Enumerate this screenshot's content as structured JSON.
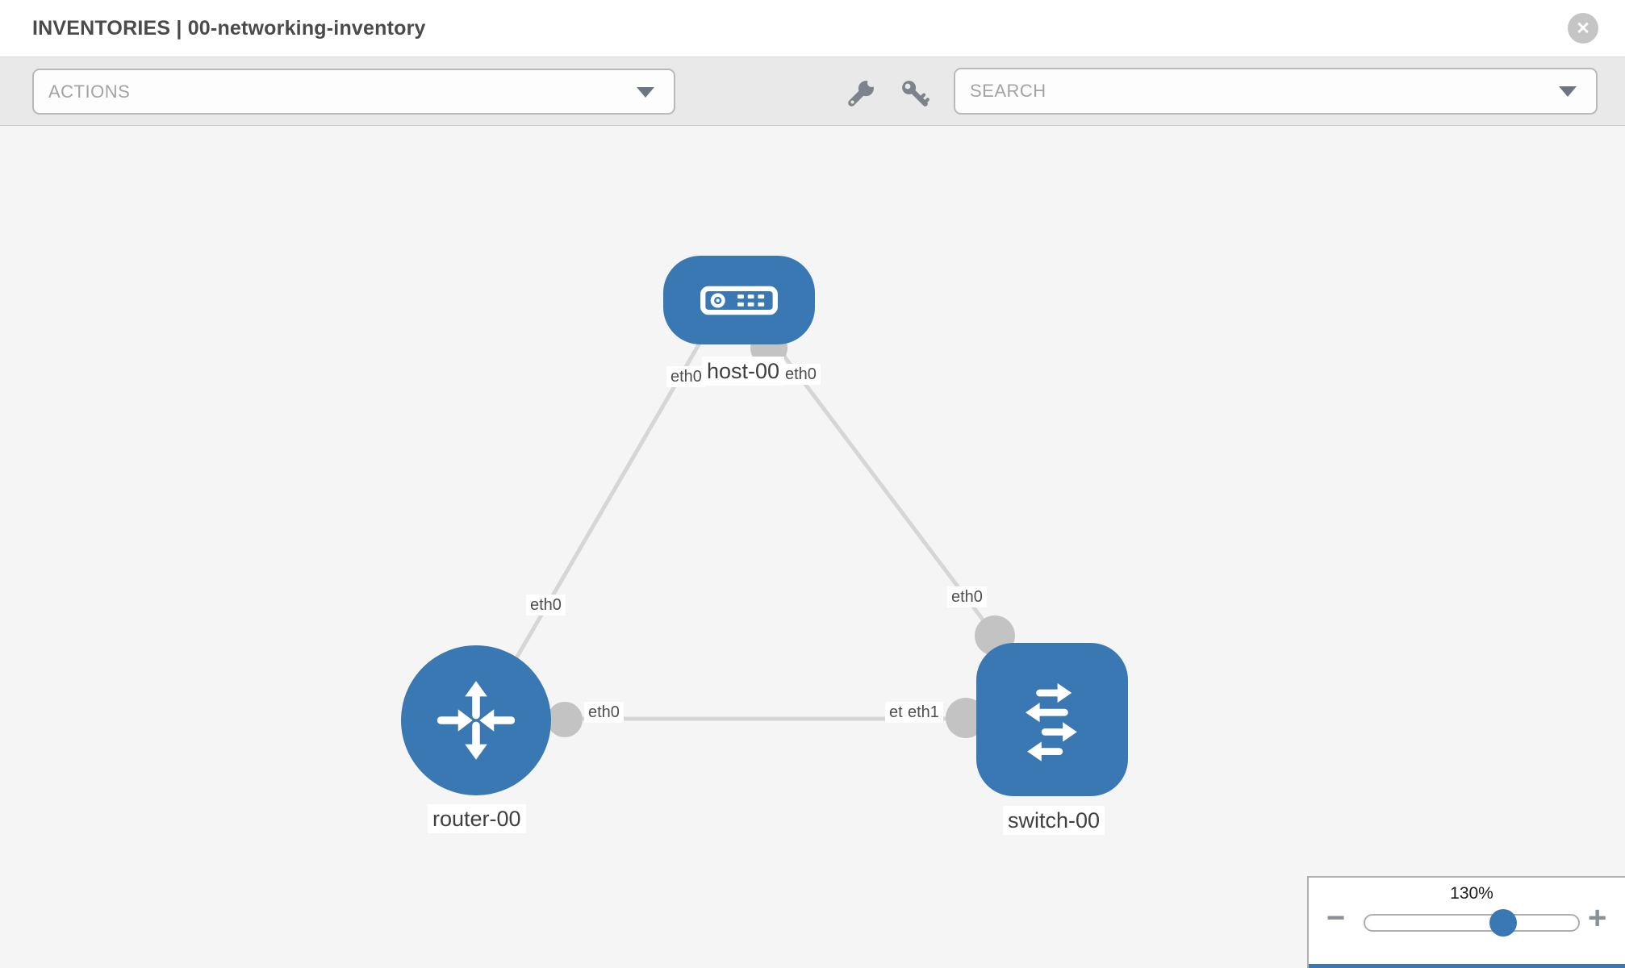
{
  "window": {
    "title": "INVENTORIES | 00-networking-inventory"
  },
  "toolbar": {
    "actions_label": "ACTIONS",
    "search_label": "SEARCH"
  },
  "icons": {
    "close": "✕",
    "minus": "−",
    "plus": "+",
    "wrench": "wrench-icon",
    "key": "key-icon"
  },
  "zoom_control": {
    "level": "130%"
  },
  "topology": {
    "nodes": [
      {
        "label": "host-00",
        "type": "host"
      },
      {
        "label": "router-00",
        "type": "router"
      },
      {
        "label": "switch-00",
        "type": "switch"
      }
    ],
    "links": [
      {
        "source": "host-00",
        "target": "router-00",
        "source_label": "eth0",
        "target_label": "eth0"
      },
      {
        "source": "host-00",
        "target": "switch-00",
        "source_label": "eth0",
        "target_label": "eth0"
      },
      {
        "source": "router-00",
        "target": "switch-00",
        "source_label": "eth0",
        "target_label": "eth1",
        "target_label_overlapped": "eth0"
      }
    ]
  },
  "colors": {
    "node_blue": "#3a78b3",
    "link_gray": "#d6d6d6",
    "interface_gray": "#c3c3c3",
    "toolbar_bg": "#e9e9e9",
    "canvas_bg": "#f5f5f5",
    "slider_thumb_blue": "#3a78b3"
  }
}
